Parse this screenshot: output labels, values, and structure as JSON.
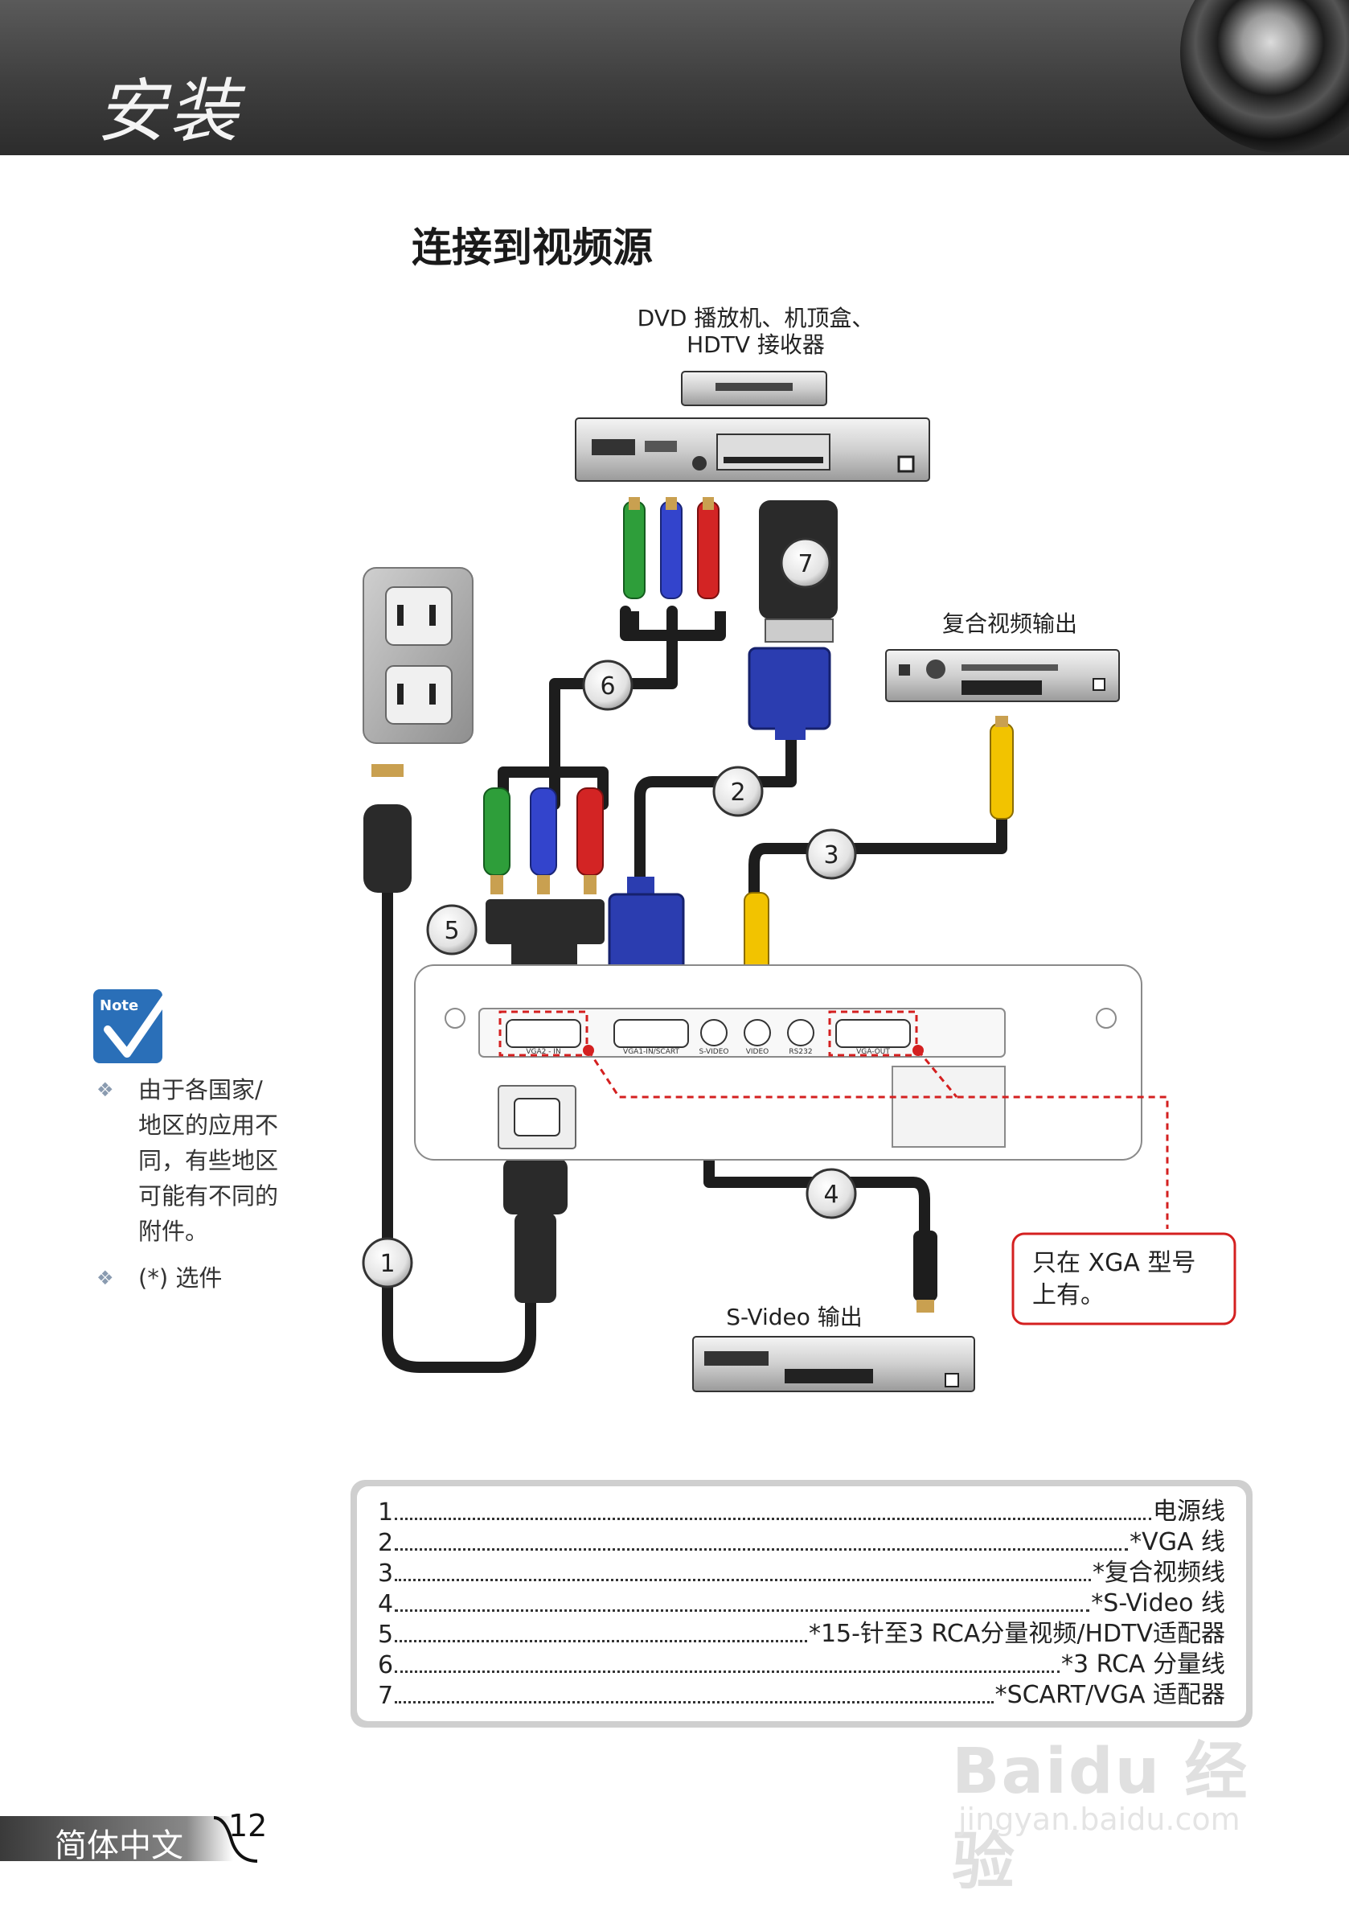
{
  "header": {
    "title": "安装"
  },
  "section": {
    "title": "连接到视频源"
  },
  "devices": {
    "dvd_line1": "DVD 播放机、机顶盒、",
    "dvd_line2": "HDTV 接收器",
    "composite": "复合视频输出",
    "svideo": "S-Video 输出"
  },
  "callout": {
    "line1": "只在 XGA 型号",
    "line2": "上有。"
  },
  "markers": [
    "1",
    "2",
    "3",
    "4",
    "5",
    "6",
    "7"
  ],
  "ports": [
    "VGA2 - IN",
    "VGA1-IN/SCART",
    "S-VIDEO",
    "VIDEO",
    "RS232",
    "VGA-OUT"
  ],
  "note": {
    "icon_label": "Note",
    "items": [
      {
        "text": "由于各国家/地区的应用不同，有些地区可能有不同的附件。",
        "lines": [
          "由于各国家/",
          "地区的应用不",
          "同，有些地区",
          "可能有不同的",
          "附件。"
        ]
      },
      {
        "text": "(*) 选件"
      }
    ]
  },
  "legend": [
    {
      "num": "1",
      "text": "电源线"
    },
    {
      "num": "2",
      "text": "*VGA 线"
    },
    {
      "num": "3",
      "text": "*复合视频线"
    },
    {
      "num": "4",
      "text": "*S-Video 线"
    },
    {
      "num": "5",
      "text": "*15-针至3 RCA分量视频/HDTV适配器"
    },
    {
      "num": "6",
      "text": "*3 RCA 分量线"
    },
    {
      "num": "7",
      "text": "*SCART/VGA 适配器"
    }
  ],
  "footer": {
    "language": "简体中文",
    "page": "12"
  },
  "watermark": {
    "brand": "Baidu 经验",
    "url": "jingyan.baidu.com"
  },
  "colors": {
    "header_bg": "#3e3e3e",
    "red_dash": "#d42020",
    "cable": "#222222",
    "rca_green": "#2e9e3a",
    "rca_blue": "#3344cc",
    "rca_red": "#d32424",
    "rca_yellow": "#f2c300",
    "vga_blue": "#2b3db0",
    "note_blue": "#2a6fb8"
  }
}
